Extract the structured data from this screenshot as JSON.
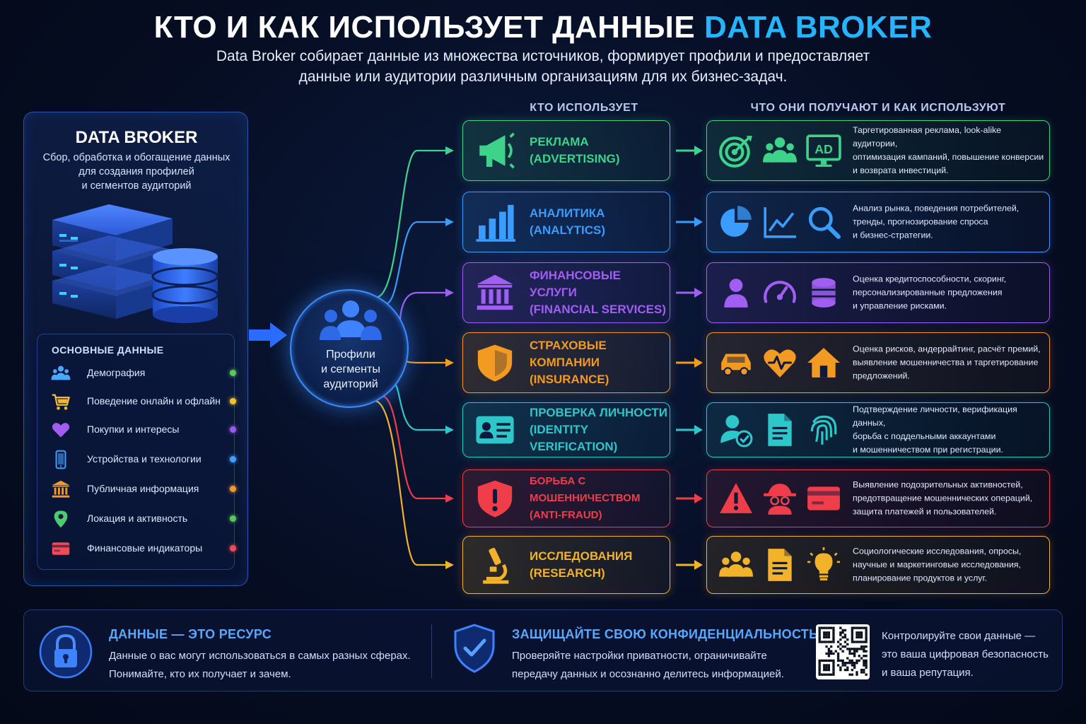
{
  "header": {
    "title_main": "КТО И КАК ИСПОЛЬЗУЕТ ДАННЫЕ",
    "title_accent": "DATA BROKER",
    "subtitle_line1": "Data Broker собирает данные из множества источников, формирует профили и предоставляет",
    "subtitle_line2": "данные или аудитории различным организациям для их бизнес-задач."
  },
  "broker": {
    "title": "DATA BROKER",
    "desc_line1": "Сбор, обработка и обогащение данных",
    "desc_line2": "для создания профилей",
    "desc_line3": "и сегментов аудиторий",
    "data_heading": "ОСНОВНЫЕ ДАННЫЕ",
    "data_items": [
      {
        "label": "Демография",
        "icon": "people-icon",
        "color": "#4aa8ff",
        "dot": "#5ac85a"
      },
      {
        "label": "Поведение онлайн и офлайн",
        "icon": "cart-icon",
        "color": "#f2b632",
        "dot": "#f2c12e"
      },
      {
        "label": "Покупки и интересы",
        "icon": "heart-icon",
        "color": "#a25cf0",
        "dot": "#9b59e8"
      },
      {
        "label": "Устройства и технологии",
        "icon": "phone-icon",
        "color": "#3f9dff",
        "dot": "#3fa0ff"
      },
      {
        "label": "Публичная информация",
        "icon": "bank-icon",
        "color": "#f39a2a",
        "dot": "#f5962a"
      },
      {
        "label": "Локация и активность",
        "icon": "location-icon",
        "color": "#4ccb70",
        "dot": "#58c85a"
      },
      {
        "label": "Финансовые индикаторы",
        "icon": "card-icon",
        "color": "#ef4a55",
        "dot": "#ef4a55"
      }
    ]
  },
  "hub": {
    "line1": "Профили",
    "line2": "и сегменты",
    "line3": "аудиторий"
  },
  "columns": {
    "who": "КТО ИСПОЛЬЗУЕТ",
    "what": "ЧТО ОНИ ПОЛУЧАЮТ И КАК ИСПОЛЬЗУЮТ"
  },
  "categories": [
    {
      "lines": [
        "РЕКЛАМА",
        "(ADVERTISING)"
      ],
      "color": "#3ed38b",
      "icon": "megaphone-icon",
      "result_icons": [
        "target-icon",
        "people-icon",
        "ad-monitor-icon"
      ],
      "result": [
        "Таргетированная реклама, look-alike аудитории,",
        "оптимизация кампаний, повышение конверсии",
        "и возврата инвестиций."
      ]
    },
    {
      "lines": [
        "АНАЛИТИКА",
        "(ANALYTICS)"
      ],
      "color": "#3a9cff",
      "icon": "bar-chart-icon",
      "result_icons": [
        "pie-chart-icon",
        "line-chart-icon",
        "magnifier-icon"
      ],
      "result": [
        "Анализ рынка, поведения потребителей,",
        "тренды, прогнозирование спроса",
        "и бизнес-стратегии."
      ]
    },
    {
      "lines": [
        "ФИНАНСОВЫЕ",
        "УСЛУГИ",
        "(FINANCIAL SERVICES)"
      ],
      "color": "#a05ef2",
      "icon": "bank-icon",
      "result_icons": [
        "person-icon",
        "gauge-icon",
        "coins-icon"
      ],
      "result": [
        "Оценка кредитоспособности, скоринг,",
        "персонализированные предложения",
        "и управление рисками."
      ]
    },
    {
      "lines": [
        "СТРАХОВЫЕ",
        "КОМПАНИИ",
        "(INSURANCE)"
      ],
      "color": "#f39a22",
      "icon": "shield-icon",
      "result_icons": [
        "car-icon",
        "heart-pulse-icon",
        "house-icon"
      ],
      "result": [
        "Оценка рисков, андеррайтинг, расчёт премий,",
        "выявление мошенничества и таргетирование",
        "предложений."
      ]
    },
    {
      "lines": [
        "ПРОВЕРКА ЛИЧНОСТИ",
        "(IDENTITY VERIFICATION)"
      ],
      "color": "#2ec7c9",
      "icon": "id-card-icon",
      "result_icons": [
        "user-check-icon",
        "document-icon",
        "fingerprint-icon"
      ],
      "result": [
        "Подтверждение личности, верификация данных,",
        "борьба с поддельными аккаунтами",
        "и мошенничеством при регистрации."
      ]
    },
    {
      "lines": [
        "БОРЬБА С МОШЕННИЧЕСТВОМ",
        "(ANTI-FRAUD)"
      ],
      "color": "#ef3d4a",
      "icon": "alert-shield-icon",
      "result_icons": [
        "warning-icon",
        "spy-icon",
        "credit-card-icon"
      ],
      "result": [
        "Выявление подозрительных активностей,",
        "предотвращение мошеннических операций,",
        "защита платежей и пользователей."
      ]
    },
    {
      "lines": [
        "ИССЛЕДОВАНИЯ",
        "(RESEARCH)"
      ],
      "color": "#f2b22a",
      "icon": "microscope-icon",
      "result_icons": [
        "people-icon",
        "document-icon",
        "lightbulb-icon"
      ],
      "result": [
        "Социологические исследования, опросы,",
        "научные и маркетинговые исследования,",
        "планирование продуктов и услуг."
      ]
    }
  ],
  "footer": {
    "block1": {
      "title": "ДАННЫЕ — ЭТО РЕСУРС",
      "line1": "Данные о вас могут использоваться в самых разных сферах.",
      "line2": "Понимайте, кто их получает и зачем."
    },
    "block2": {
      "title": "ЗАЩИЩАЙТЕ СВОЮ КОНФИДЕНЦИАЛЬНОСТЬ",
      "line1": "Проверяйте настройки приватности, ограничивайте",
      "line2": "передачу данных и осознанно делитесь информацией."
    },
    "block3": {
      "line1": "Контролируйте свои данные —",
      "line2": "это ваша цифровая безопасность",
      "line3": "и ваша репутация."
    }
  }
}
